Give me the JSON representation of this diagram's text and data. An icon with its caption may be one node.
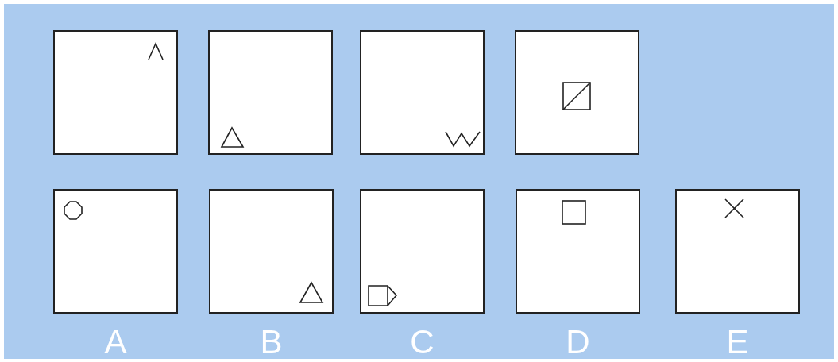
{
  "diagram": {
    "nodes": [
      {
        "text": [],
        "shape": "box"
      },
      {
        "text": [],
        "shape": "box"
      },
      {
        "text": [],
        "shape": "box"
      },
      {
        "text": [],
        "shape": "box"
      },
      {
        "text": [
          "A"
        ]
      },
      {
        "text": [
          "B"
        ]
      },
      {
        "text": [
          "C"
        ]
      },
      {
        "text": [
          "D"
        ]
      },
      {
        "text": [
          "E"
        ]
      }
    ]
  }
}
